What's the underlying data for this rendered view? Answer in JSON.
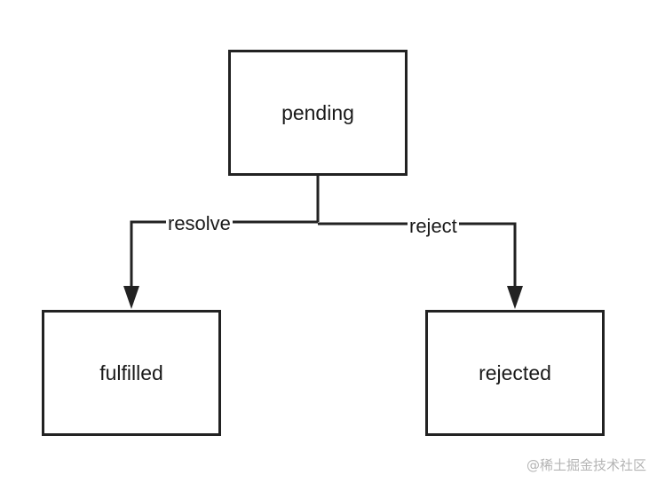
{
  "diagram": {
    "nodes": {
      "pending": "pending",
      "fulfilled": "fulfilled",
      "rejected": "rejected"
    },
    "edges": {
      "resolve": "resolve",
      "reject": "reject"
    }
  },
  "watermark": "@稀土掘金技术社区",
  "colors": {
    "stroke": "#222222",
    "text": "#1a1a1a",
    "watermark": "#b4b4b4"
  }
}
